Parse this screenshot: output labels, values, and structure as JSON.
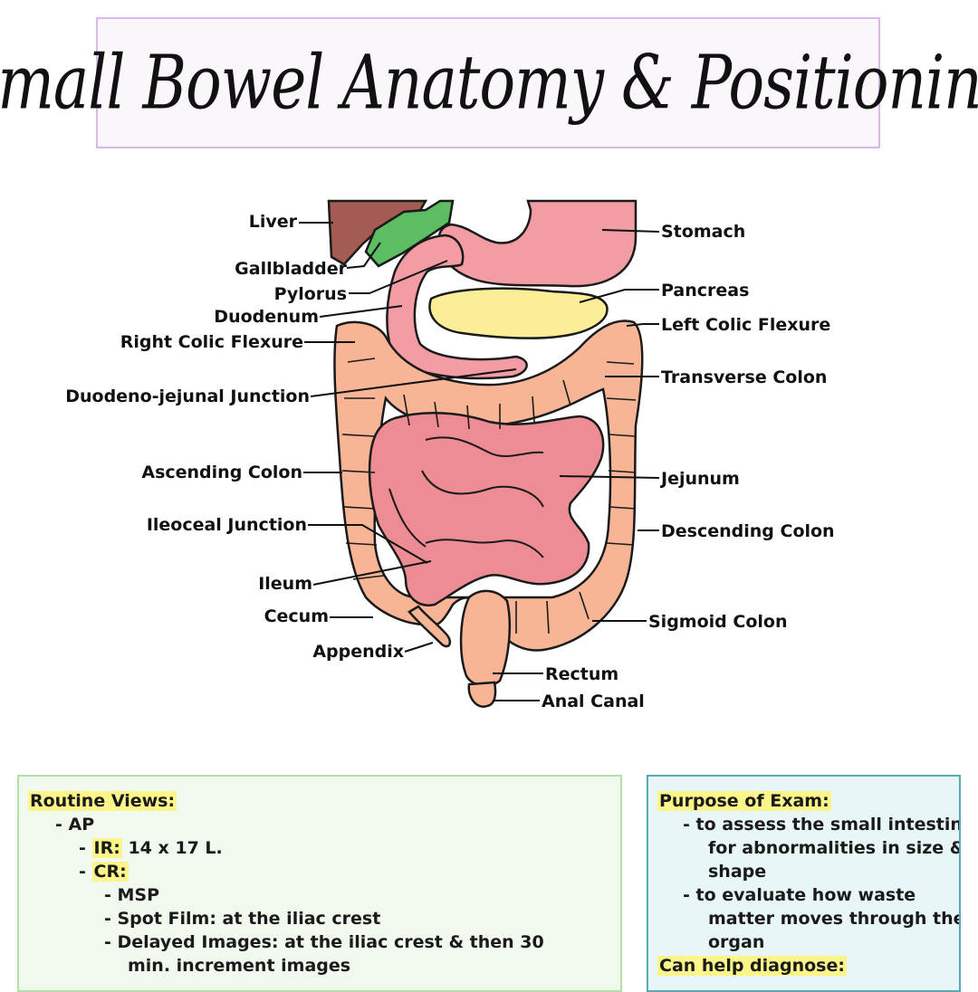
{
  "title": "Small Bowel Anatomy & Positioning",
  "colors": {
    "liver": "#a45b52",
    "gallbladder": "#5cbd63",
    "stomach": "#f39ca3",
    "pancreas": "#fbee97",
    "colon": "#f7b596",
    "small_intestine": "#ee8c94",
    "outline": "#1a1a1a"
  },
  "diagram": {
    "labels": {
      "liver": "Liver",
      "gallbladder": "Gallbladder",
      "pylorus": "Pylorus",
      "duodenum": "Duodenum",
      "right_colic_flexure": "Right Colic Flexure",
      "duodeno_jejunal_junction": "Duodeno-jejunal Junction",
      "ascending_colon": "Ascending Colon",
      "ileocecal_junction": "Ileoceal Junction",
      "ileum": "Ileum",
      "cecum": "Cecum",
      "appendix": "Appendix",
      "stomach": "Stomach",
      "pancreas": "Pancreas",
      "left_colic_flexure": "Left Colic Flexure",
      "transverse_colon": "Transverse Colon",
      "jejunum": "Jejunum",
      "descending_colon": "Descending Colon",
      "sigmoid_colon": "Sigmoid Colon",
      "rectum": "Rectum",
      "anal_canal": "Anal Canal"
    }
  },
  "routine": {
    "heading": "Routine Views:",
    "ap": "- AP",
    "ir_label": "IR:",
    "ir_value": " 14 x 17 L.",
    "cr_label": "CR:",
    "msp": "- MSP",
    "spot": "- Spot Film: at the iliac crest",
    "delayed": "- Delayed Images: at the iliac crest & then 30",
    "delayed_cont": "min. increment images"
  },
  "purpose": {
    "heading": "Purpose of Exam:",
    "item1": "- to assess the small intestine",
    "item1_cont": "for abnormalities in size &",
    "item1_cont2": "shape",
    "item2": "- to evaluate how waste",
    "item2_cont": "matter moves through the",
    "item2_cont2": "organ",
    "diagnose_heading": "Can help diagnose:"
  }
}
